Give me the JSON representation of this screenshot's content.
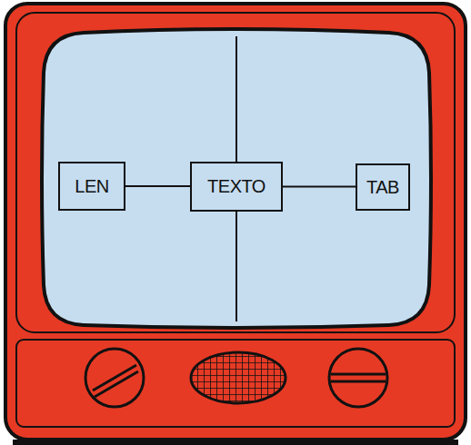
{
  "diagram": {
    "nodes": [
      {
        "text": [
          "LEN"
        ]
      },
      {
        "text": [
          "TEXTO"
        ]
      },
      {
        "text": [
          "TAB"
        ]
      }
    ],
    "edges": [
      {
        "from": 0,
        "to": 1,
        "arrow": "none"
      },
      {
        "from": 1,
        "to": 2,
        "arrow": "none"
      }
    ]
  }
}
